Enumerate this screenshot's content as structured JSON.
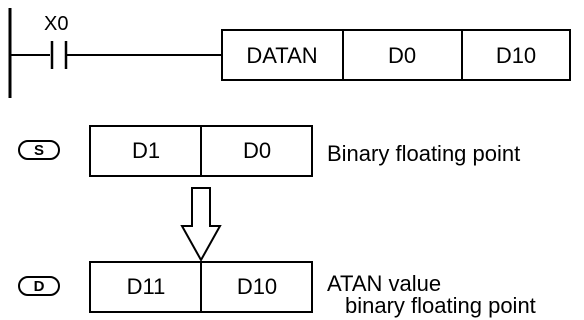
{
  "ladder": {
    "contact_label": "X0",
    "instruction": "DATAN",
    "source_operand": "D0",
    "dest_operand": "D10"
  },
  "source": {
    "tag": "S",
    "high_register": "D1",
    "low_register": "D0",
    "description": "Binary floating point"
  },
  "destination": {
    "tag": "D",
    "high_register": "D11",
    "low_register": "D10",
    "description_line1": "ATAN value",
    "description_line2": "binary floating point"
  }
}
